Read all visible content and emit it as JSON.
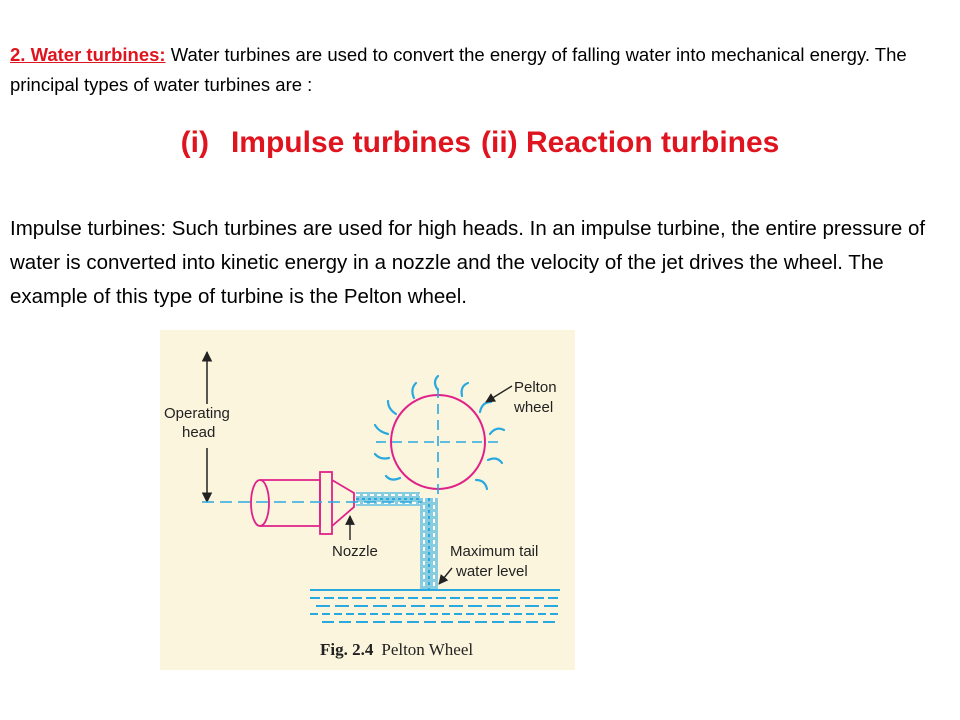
{
  "intro": {
    "lead": "2. Water turbines:",
    "text": " Water turbines are used to convert the energy of falling water into mechanical energy. The principal types of water turbines are :"
  },
  "types": {
    "first_num": "(i)",
    "first_label": "Impulse turbines",
    "second": "(ii) Reaction turbines"
  },
  "paragraph": "Impulse turbines: Such turbines are used for high heads. In an impulse turbine, the entire pressure of water is converted into kinetic energy in a nozzle and the velocity of the jet drives the wheel. The example of this type of turbine is the Pelton wheel.",
  "figure": {
    "label_operating": "Operating",
    "label_head": "head",
    "label_pelton": "Pelton",
    "label_wheel": "wheel",
    "label_nozzle": "Nozzle",
    "label_max_tail": "Maximum tail",
    "label_water_level": "water level",
    "caption_num": "Fig. 2.4",
    "caption_text": "Pelton Wheel",
    "colors": {
      "wheel": "#e0218a",
      "water": "#29a9e0",
      "background": "#fbf5dd"
    }
  }
}
